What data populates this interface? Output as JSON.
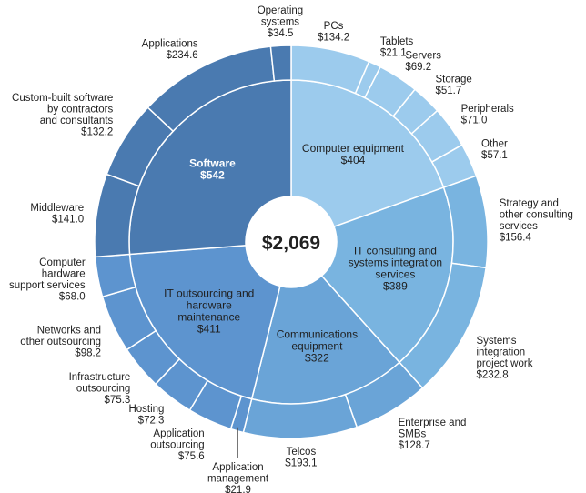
{
  "colors": {
    "software_inner": "#4a7ab0",
    "software_outer": "#4a7ab0",
    "equipment_inner": "#9ccbed",
    "equipment_outer": "#9ccbed",
    "consulting_inner": "#79b4e0",
    "consulting_outer": "#79b4e0",
    "comms_inner": "#6aa4d7",
    "comms_outer": "#6aa4d7",
    "outsourcing_inner": "#5d94cf",
    "outsourcing_outer": "#5d94cf",
    "stroke": "#ffffff",
    "center": "#ffffff"
  },
  "chart_data": {
    "type": "sunburst",
    "total_label": "$2,069",
    "segments": [
      {
        "name": "Computer equipment",
        "value_label": "$404",
        "value": 404,
        "color_key": "equipment",
        "children": [
          {
            "name": "PCs",
            "value_label": "$134.2",
            "value": 134.2
          },
          {
            "name": "Tablets",
            "value_label": "$21.1",
            "value": 21.1
          },
          {
            "name": "Servers",
            "value_label": "$69.2",
            "value": 69.2
          },
          {
            "name": "Storage",
            "value_label": "$51.7",
            "value": 51.7
          },
          {
            "name": "Peripherals",
            "value_label": "$71.0",
            "value": 71.0
          },
          {
            "name": "Other",
            "value_label": "$57.1",
            "value": 57.1
          }
        ]
      },
      {
        "name": "IT consulting and systems integration services",
        "value_label": "$389",
        "value": 389,
        "color_key": "consulting",
        "children": [
          {
            "name": "Strategy and other consulting services",
            "value_label": "$156.4",
            "value": 156.4
          },
          {
            "name": "Systems integration project work",
            "value_label": "$232.8",
            "value": 232.8
          }
        ]
      },
      {
        "name": "Communications equipment",
        "value_label": "$322",
        "value": 322,
        "color_key": "comms",
        "children": [
          {
            "name": "Enterprise and SMBs",
            "value_label": "$128.7",
            "value": 128.7
          },
          {
            "name": "Telcos",
            "value_label": "$193.1",
            "value": 193.1
          }
        ]
      },
      {
        "name": "IT outsourcing and hardware maintenance",
        "value_label": "$411",
        "value": 411,
        "color_key": "outsourcing",
        "children": [
          {
            "name": "Application management",
            "value_label": "$21.9",
            "value": 21.9
          },
          {
            "name": "Application outsourcing",
            "value_label": "$75.6",
            "value": 75.6
          },
          {
            "name": "Hosting",
            "value_label": "$72.3",
            "value": 72.3
          },
          {
            "name": "Infrastructure outsourcing",
            "value_label": "$75.3",
            "value": 75.3
          },
          {
            "name": "Networks and other outsourcing",
            "value_label": "$98.2",
            "value": 98.2
          },
          {
            "name": "Computer hardware support services",
            "value_label": "$68.0",
            "value": 68.0
          }
        ]
      },
      {
        "name": "Software",
        "value_label": "$542",
        "value": 542,
        "color_key": "software",
        "children": [
          {
            "name": "Middleware",
            "value_label": "$141.0",
            "value": 141.0
          },
          {
            "name": "Custom-built software by contractors and consultants",
            "value_label": "$132.2",
            "value": 132.2
          },
          {
            "name": "Applications",
            "value_label": "$234.6",
            "value": 234.6
          },
          {
            "name": "Operating systems",
            "value_label": "$34.5",
            "value": 34.5
          }
        ]
      }
    ],
    "inner_text_lines": {
      "Computer equipment": [
        "Computer equipment",
        "$404"
      ],
      "IT consulting and systems integration services": [
        "IT consulting and",
        "systems integration",
        "services",
        "$389"
      ],
      "Communications equipment": [
        "Communications",
        "equipment",
        "$322"
      ],
      "IT outsourcing and hardware maintenance": [
        "IT outsourcing and",
        "hardware",
        "maintenance",
        "$411"
      ],
      "Software": [
        "Software",
        "$542"
      ]
    },
    "outer_text_lines": {
      "PCs": [
        "PCs",
        "$134.2"
      ],
      "Tablets": [
        "Tablets",
        "$21.1"
      ],
      "Servers": [
        "Servers",
        "$69.2"
      ],
      "Storage": [
        "Storage",
        "$51.7"
      ],
      "Peripherals": [
        "Peripherals",
        "$71.0"
      ],
      "Other": [
        "Other",
        "$57.1"
      ],
      "Strategy and other consulting services": [
        "Strategy and",
        "other consulting",
        "services",
        "$156.4"
      ],
      "Systems integration project work": [
        "Systems",
        "integration",
        "project work",
        "$232.8"
      ],
      "Enterprise and SMBs": [
        "Enterprise and",
        "SMBs",
        "$128.7"
      ],
      "Telcos": [
        "Telcos",
        "$193.1"
      ],
      "Application management": [
        "Application",
        "management",
        "$21.9"
      ],
      "Application outsourcing": [
        "Application",
        "outsourcing",
        "$75.6"
      ],
      "Hosting": [
        "Hosting",
        "$72.3"
      ],
      "Infrastructure outsourcing": [
        "Infrastructure",
        "outsourcing",
        "$75.3"
      ],
      "Networks and other outsourcing": [
        "Networks and",
        "other outsourcing",
        "$98.2"
      ],
      "Computer hardware support services": [
        "Computer",
        "hardware",
        "support services",
        "$68.0"
      ],
      "Middleware": [
        "Middleware",
        "$141.0"
      ],
      "Custom-built software by contractors and consultants": [
        "Custom-built software",
        "by contractors",
        "and consultants",
        "$132.2"
      ],
      "Applications": [
        "Applications",
        "$234.6"
      ],
      "Operating systems": [
        "Operating",
        "systems",
        "$34.5"
      ]
    }
  }
}
